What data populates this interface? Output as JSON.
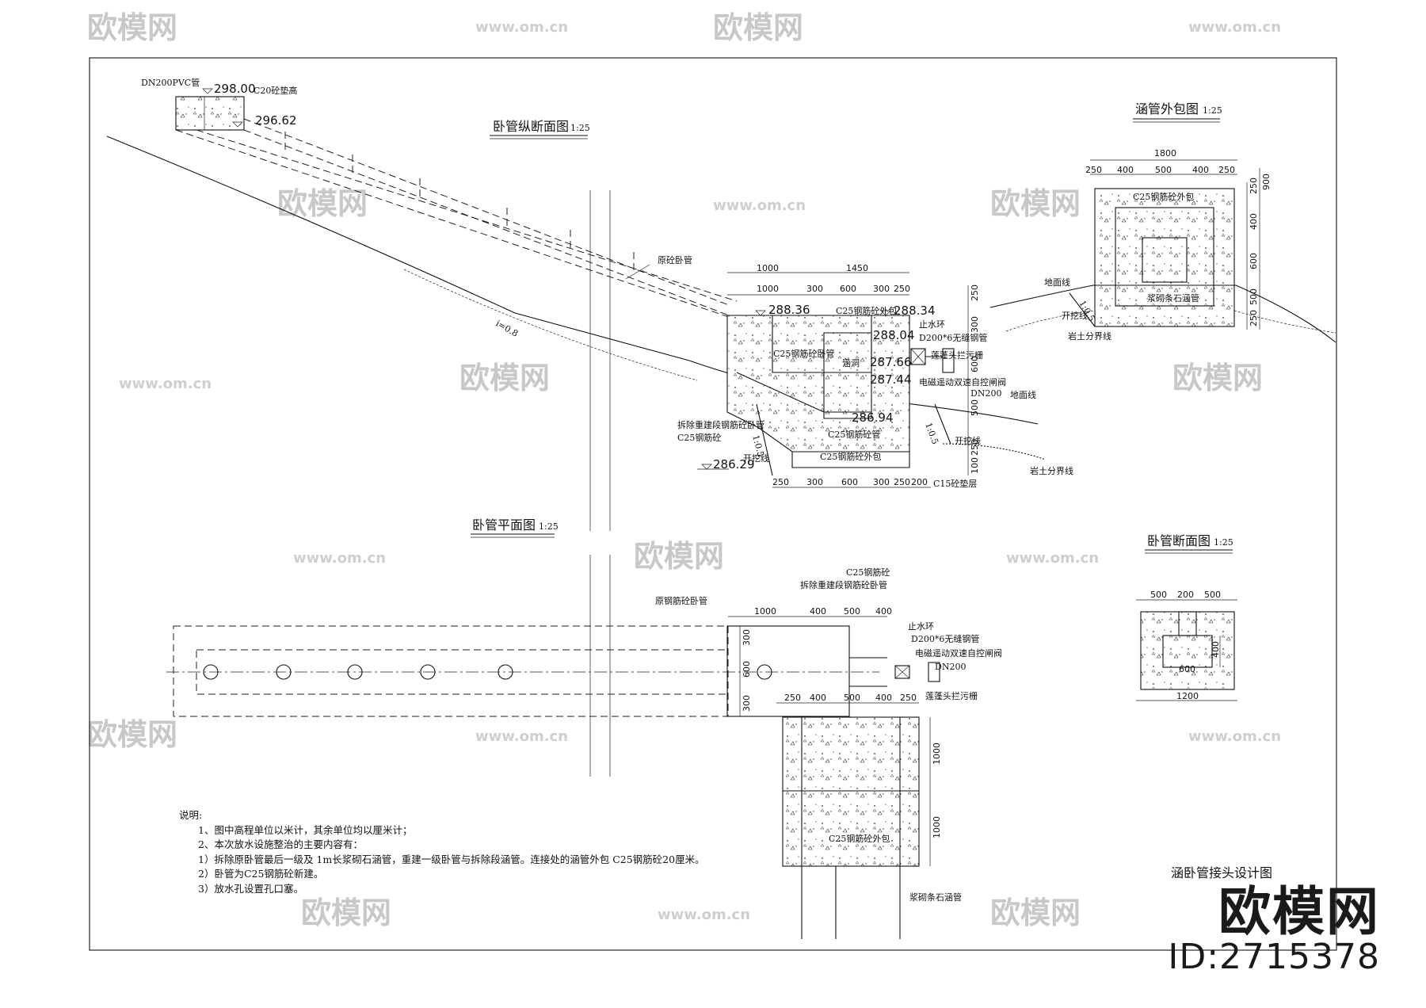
{
  "titles": {
    "profile": "卧管纵断面图",
    "profile_scale": "1:25",
    "plan": "卧管平面图",
    "plan_scale": "1:25",
    "culvert_section": "涵管外包图",
    "culvert_section_scale": "1:25",
    "pipe_section": "卧管断面图",
    "pipe_section_scale": "1:25",
    "sheet_title": "涵卧管接头设计图"
  },
  "elevations": [
    "298.00",
    "296.62",
    "288.36",
    "288.34",
    "288.04",
    "287.66",
    "287.44",
    "286.94",
    "286.29"
  ],
  "slope_label": "i=0.8",
  "profile_labels": {
    "pvc": "DN200PVC管",
    "c20": "C20砼垫高",
    "orig_pipe": "原砼卧管",
    "c25_wrap_top": "C25钢筋砼外包",
    "c25_pipe": "C25钢筋砼卧管",
    "culvert": "涵洞",
    "c25_pipe2": "C25钢筋砼管",
    "c25_wrap_bottom": "C25钢筋砼外包",
    "demolish": "拆除重建段钢筋砼卧管",
    "c25": "C25钢筋砼",
    "stop_ring": "止水环",
    "steel_pipe": "D200*6无缝钢管",
    "trash_rack": "莲蓬头拦污栅",
    "valve": "电磁遥动双速自控闸阀",
    "dn200": "DN200",
    "ground": "地面线",
    "excavation": "开挖线",
    "rock_soil": "岩土分界线",
    "c15": "C15砼垫层",
    "ratio_a": "1:0.5",
    "ratio_b": "1:0.5"
  },
  "profile_dims": {
    "top1": [
      "1000",
      "1450"
    ],
    "top2": [
      "1000",
      "300",
      "600",
      "300",
      "250"
    ],
    "right": [
      "250",
      "300",
      "600",
      "500",
      "250",
      "100"
    ],
    "bottom": [
      "250",
      "300",
      "600",
      "300",
      "250",
      "200"
    ]
  },
  "plan_labels": {
    "orig": "原钢筋砼卧管",
    "demolish": "拆除重建段钢筋砼卧管",
    "c25": "C25钢筋砼",
    "stop_ring": "止水环",
    "steel_pipe": "D200*6无缝钢管",
    "valve": "电磁遥动双速自控闸阀",
    "dn200": "DN200",
    "trash_rack": "莲蓬头拦污栅",
    "c25_wrap": "C25钢筋砼外包",
    "masonry": "浆砌条石涵管"
  },
  "plan_dims": {
    "top": [
      "1000",
      "400",
      "500",
      "400"
    ],
    "left": [
      "300",
      "600",
      "300"
    ],
    "mid": [
      "250",
      "400",
      "500",
      "400",
      "250"
    ],
    "right": [
      "1000",
      "1000"
    ]
  },
  "culvert_section": {
    "width": "1800",
    "top_dims": [
      "250",
      "400",
      "500",
      "400",
      "250"
    ],
    "total_h": "900",
    "right_dims": [
      "250",
      "400",
      "600",
      "500",
      "250"
    ],
    "labels": [
      "C25钢筋砼外包",
      "浆砌条石涵管",
      "地面线",
      "开挖线",
      "岩土分界线"
    ],
    "ratio": "1:0.5"
  },
  "pipe_section": {
    "top_dims": [
      "500",
      "200",
      "500"
    ],
    "inner_w": "600",
    "inner_h": "400",
    "total_w": "1200"
  },
  "notes": {
    "heading": "说明:",
    "lines": [
      "1、图中高程单位以米计，其余单位均以厘米计；",
      "2、本次放水设施整治的主要内容有：",
      "1）拆除原卧管最后一级及 1m长浆砌石涵管，重建一级卧管与拆除段涵管。连接处的涵管外包  C25钢筋砼20厘米。",
      "2）卧管为C25钢筋砼新建。",
      "3）放水孔设置孔口塞。"
    ]
  },
  "watermark": {
    "brand": "欧模网",
    "url": "www.om.cn"
  },
  "brand": {
    "name": "欧模网",
    "id": "ID:2715378"
  }
}
